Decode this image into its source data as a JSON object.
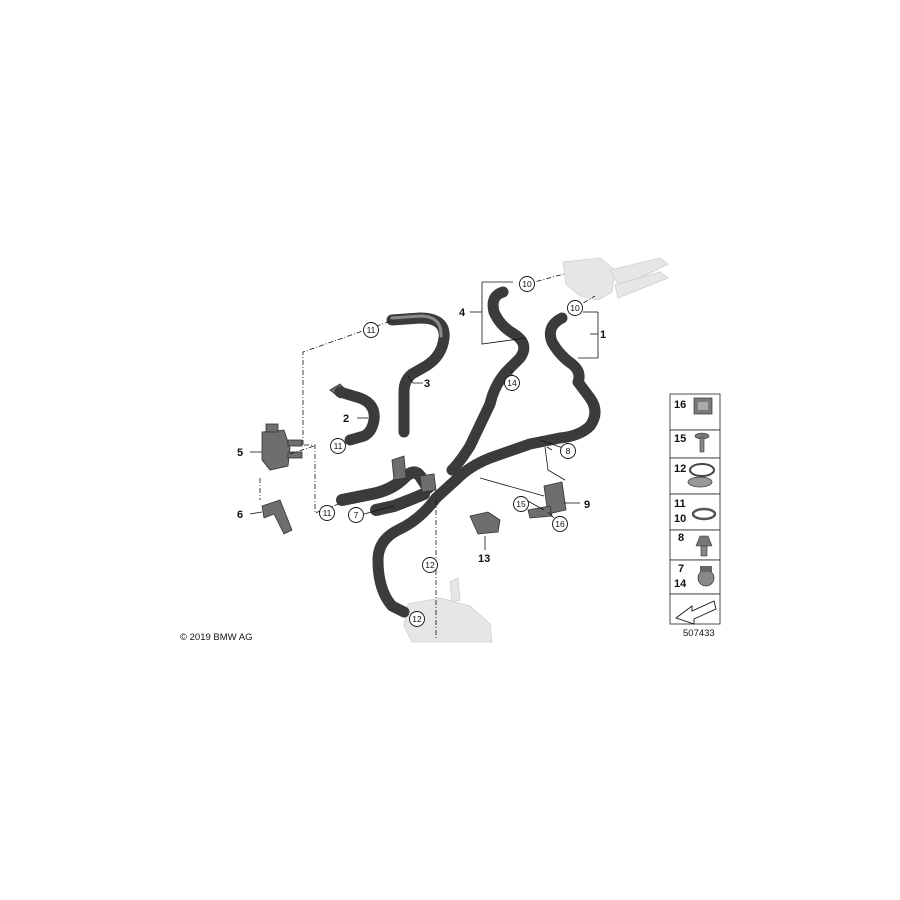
{
  "diagram": {
    "copyright": "© 2019 BMW AG",
    "diagram_number": "507433",
    "part_labels": [
      "1",
      "2",
      "3",
      "4",
      "5",
      "6",
      "7",
      "8",
      "9",
      "13"
    ],
    "circle_labels": {
      "c10a": "10",
      "c10b": "10",
      "c11a": "11",
      "c11b": "11",
      "c11c": "11",
      "c14": "14",
      "c8": "8",
      "c7": "7",
      "c12a": "12",
      "c12b": "12",
      "c15": "15",
      "c16": "16"
    },
    "legend": [
      {
        "nums": [
          "16"
        ],
        "icon": "clip-nut-icon"
      },
      {
        "nums": [
          "15"
        ],
        "icon": "screw-icon"
      },
      {
        "nums": [
          "12"
        ],
        "icon": "spring-clamp-icon"
      },
      {
        "nums": [
          "11",
          "10"
        ],
        "icon": "hose-clamp-icon"
      },
      {
        "nums": [
          "8"
        ],
        "icon": "expanding-rivet-icon"
      },
      {
        "nums": [
          "7",
          "14"
        ],
        "icon": "hose-holder-icon"
      },
      {
        "nums": [],
        "icon": "arrow-icon"
      }
    ]
  }
}
